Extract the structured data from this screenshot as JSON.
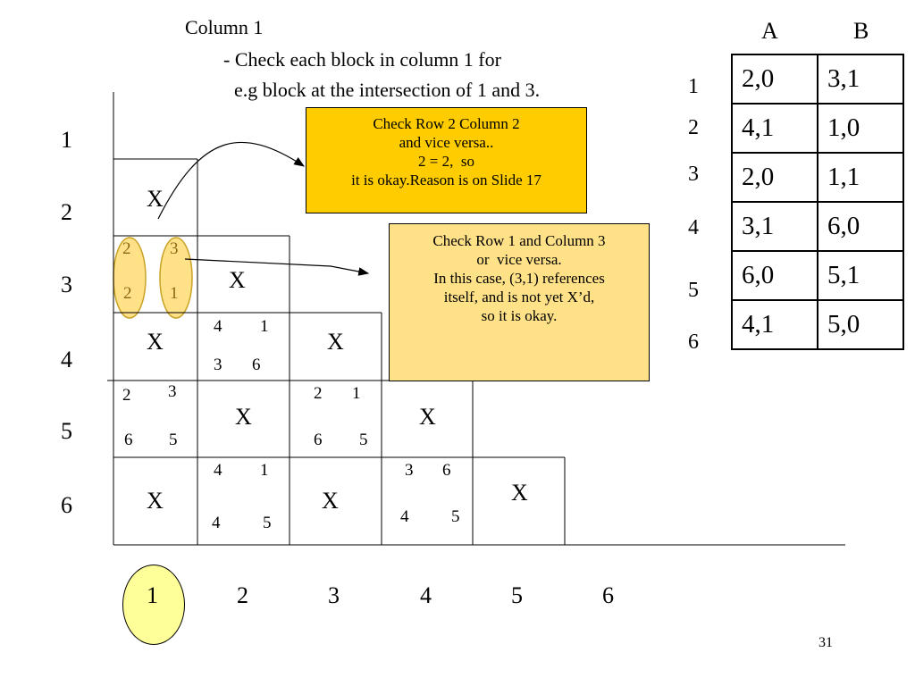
{
  "title": {
    "line1": "Column 1",
    "line2": "- Check each block in column 1 for",
    "line3": "e.g block at the intersection of 1 and 3."
  },
  "row_labels": [
    "1",
    "2",
    "3",
    "4",
    "5",
    "6"
  ],
  "col_labels": [
    "1",
    "2",
    "3",
    "4",
    "5",
    "6"
  ],
  "highlight_color": "#FFFF99",
  "oval_color": "#FFE187",
  "callouts": [
    {
      "lines": [
        "Check Row 2 Column 2",
        "and vice versa..",
        "2 = 2,  so",
        "it is okay.Reason is on Slide 17"
      ],
      "color": "#FFCC00"
    },
    {
      "lines": [
        "Check Row 1 and Column 3",
        "or  vice versa.",
        "In this case, (3,1) references",
        "itself, and is not yet X’d,",
        "so it is okay."
      ],
      "color": "#FFE187"
    }
  ],
  "cells": {
    "r2c1": {
      "mark": "X"
    },
    "r3c1": {
      "a": "2",
      "b": "3",
      "c": "2",
      "d": "1"
    },
    "r3c2": {
      "mark": "X"
    },
    "r4c1": {
      "mark": "X"
    },
    "r4c2": {
      "a": "4",
      "b": "1",
      "c": "3",
      "d": "6"
    },
    "r4c3": {
      "mark": "X"
    },
    "r5c1": {
      "a": "2",
      "b": "3",
      "c": "6",
      "d": "5"
    },
    "r5c2": {
      "mark": "X"
    },
    "r5c3": {
      "a": "2",
      "b": "1",
      "c": "6",
      "d": "5"
    },
    "r5c4": {
      "mark": "X"
    },
    "r6c1": {
      "mark": "X"
    },
    "r6c2": {
      "a": "4",
      "b": "1",
      "c": "4",
      "d": "5"
    },
    "r6c3": {
      "mark": "X"
    },
    "r6c4": {
      "a": "3",
      "b": "6",
      "c": "4",
      "d": "5"
    },
    "r6c5": {
      "mark": "X"
    }
  },
  "payoff_table": {
    "headers": [
      "A",
      "B"
    ],
    "row_labels": [
      "1",
      "2",
      "3",
      "4",
      "5",
      "6"
    ],
    "rows": [
      [
        "2,0",
        "3,1"
      ],
      [
        "4,1",
        "1,0"
      ],
      [
        "2,0",
        "1,1"
      ],
      [
        "3,1",
        "6,0"
      ],
      [
        "6,0",
        "5,1"
      ],
      [
        "4,1",
        "5,0"
      ]
    ]
  },
  "page_number": "31"
}
